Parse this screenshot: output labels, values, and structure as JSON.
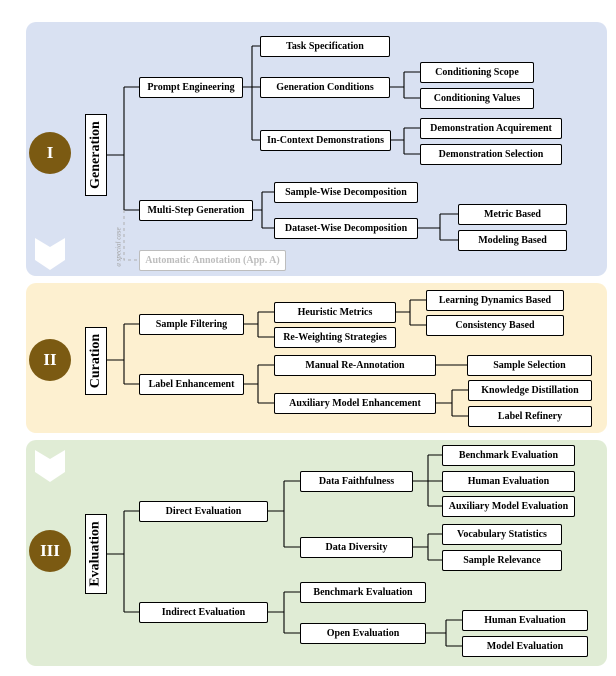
{
  "stages": [
    {
      "numeral": "I",
      "title": "Generation",
      "nodes": {
        "prompt_engineering": "Prompt Engineering",
        "task_specification": "Task Specification",
        "generation_conditions": "Generation Conditions",
        "conditioning_scope": "Conditioning Scope",
        "conditioning_values": "Conditioning Values",
        "in_context_demonstrations": "In-Context Demonstrations",
        "demonstration_acquirement": "Demonstration Acquirement",
        "demonstration_selection": "Demonstration Selection",
        "multi_step_generation": "Multi-Step Generation",
        "sample_wise_decomposition": "Sample-Wise Decomposition",
        "dataset_wise_decomposition": "Dataset-Wise Decomposition",
        "metric_based": "Metric Based",
        "modeling_based": "Modeling Based",
        "automatic_annotation": "Automatic Annotation (App. A)",
        "special_case_note": "a special case"
      },
      "colors": {
        "panel": "#d9e1f2"
      }
    },
    {
      "numeral": "II",
      "title": "Curation",
      "nodes": {
        "sample_filtering": "Sample Filtering",
        "heuristic_metrics": "Heuristic Metrics",
        "learning_dynamics_based": "Learning Dynamics Based",
        "consistency_based": "Consistency Based",
        "re_weighting_strategies": "Re-Weighting Strategies",
        "label_enhancement": "Label Enhancement",
        "manual_re_annotation": "Manual Re-Annotation",
        "sample_selection": "Sample Selection",
        "auxiliary_model_enhancement": "Auxiliary Model Enhancement",
        "knowledge_distillation": "Knowledge Distillation",
        "label_refinery": "Label Refinery"
      },
      "colors": {
        "panel": "#fdf0d0"
      }
    },
    {
      "numeral": "III",
      "title": "Evaluation",
      "nodes": {
        "direct_evaluation": "Direct Evaluation",
        "data_faithfulness": "Data Faithfulness",
        "benchmark_evaluation_1": "Benchmark Evaluation",
        "human_evaluation_1": "Human Evaluation",
        "auxiliary_model_evaluation": "Auxiliary Model Evaluation",
        "data_diversity": "Data Diversity",
        "vocabulary_statistics": "Vocabulary Statistics",
        "sample_relevance": "Sample Relevance",
        "indirect_evaluation": "Indirect Evaluation",
        "benchmark_evaluation_2": "Benchmark Evaluation",
        "open_evaluation": "Open Evaluation",
        "human_evaluation_2": "Human Evaluation",
        "model_evaluation": "Model Evaluation"
      },
      "colors": {
        "panel": "#e0ecd5"
      }
    }
  ],
  "colors": {
    "circle": "#7b5a12",
    "chevron": "#ffffff",
    "ghost": "#bdbdbd"
  }
}
